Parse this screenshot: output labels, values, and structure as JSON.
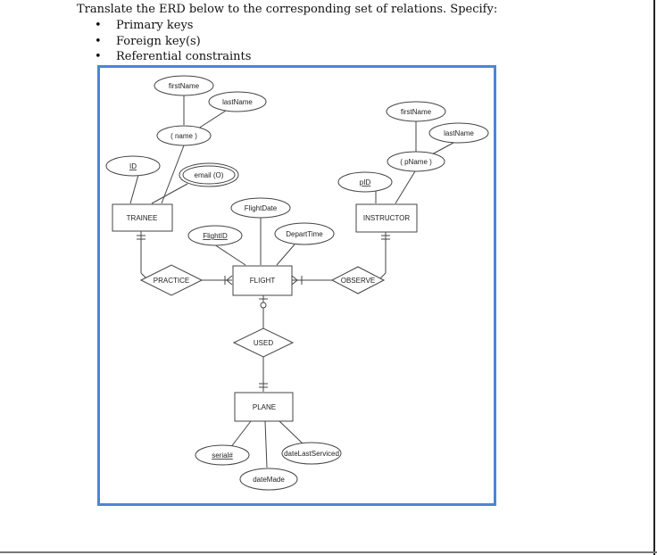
{
  "question": {
    "prompt": "Translate the ERD below to the corresponding set of relations. Specify:",
    "items": [
      "Primary keys",
      "Foreign key(s)",
      "Referential constraints"
    ]
  },
  "erd": {
    "entities": {
      "trainee": "TRAINEE",
      "instructor": "INSTRUCTOR",
      "flight": "FLIGHT",
      "plane": "PLANE"
    },
    "relationships": {
      "practice": "PRACTICE",
      "observe": "OBSERVE",
      "used": "USED"
    },
    "attributes": {
      "trainee_firstname": "firstName",
      "trainee_lastname": "lastName",
      "trainee_name": "( name )",
      "trainee_id": "ID",
      "trainee_email": "email (O)",
      "flight_date": "FlightDate",
      "flight_id": "FlightID",
      "depart_time": "DepartTime",
      "instr_firstname": "firstName",
      "instr_lastname": "lastName",
      "instr_pname": "( pName )",
      "instr_pid": "pID",
      "plane_serial": "serial#",
      "plane_datemade": "dateMade",
      "plane_dateserviced": "dateLastServiced"
    },
    "colors": {
      "frame": "#4a86d8",
      "line": "#444444"
    }
  }
}
